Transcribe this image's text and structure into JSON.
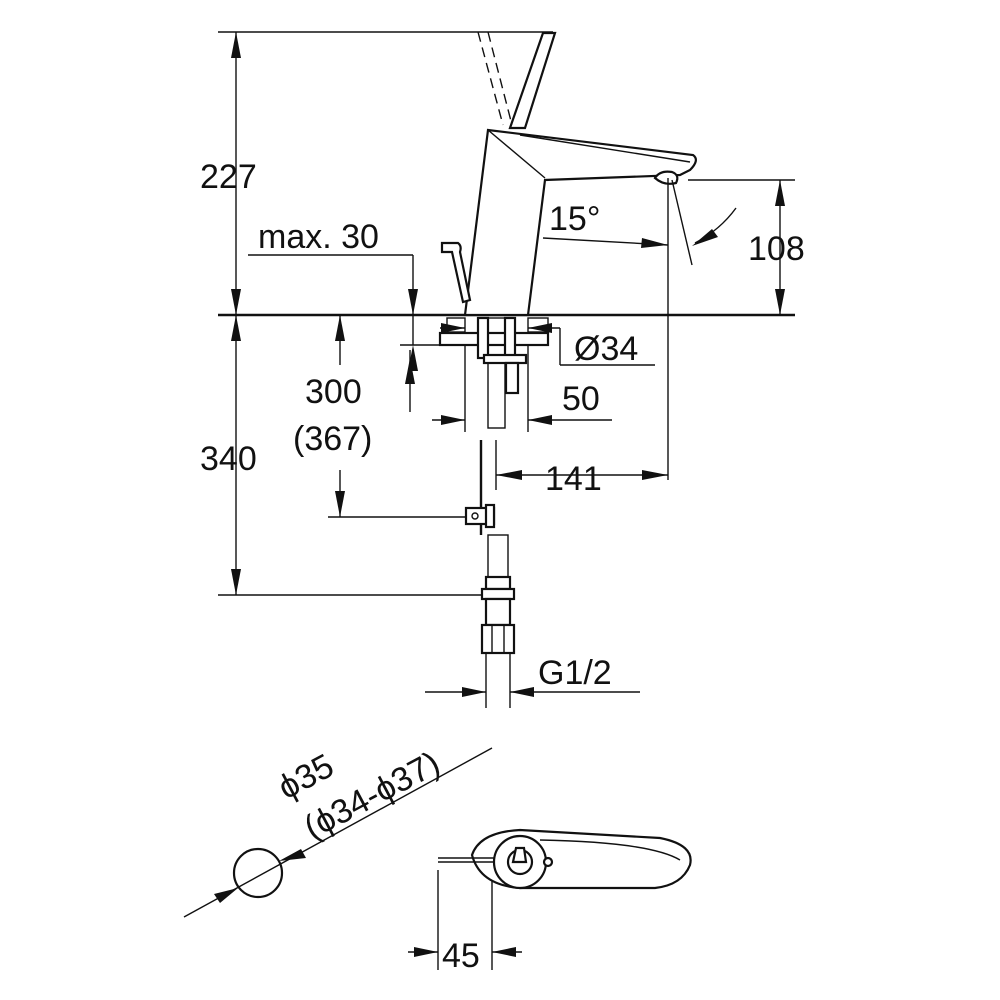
{
  "dimensions": {
    "height_total": "227",
    "max_deck": "max. 30",
    "angle": "15°",
    "spout_height": "108",
    "hole_diameter": "Ø34",
    "shank_length": "300",
    "shank_length_alt": "(367)",
    "below_deck": "340",
    "shank_width": "50",
    "projection": "141",
    "connection": "G1/2",
    "hole_dia_nominal": "ϕ35",
    "hole_dia_range": "(ϕ34-ϕ37)",
    "lever_offset": "45"
  }
}
